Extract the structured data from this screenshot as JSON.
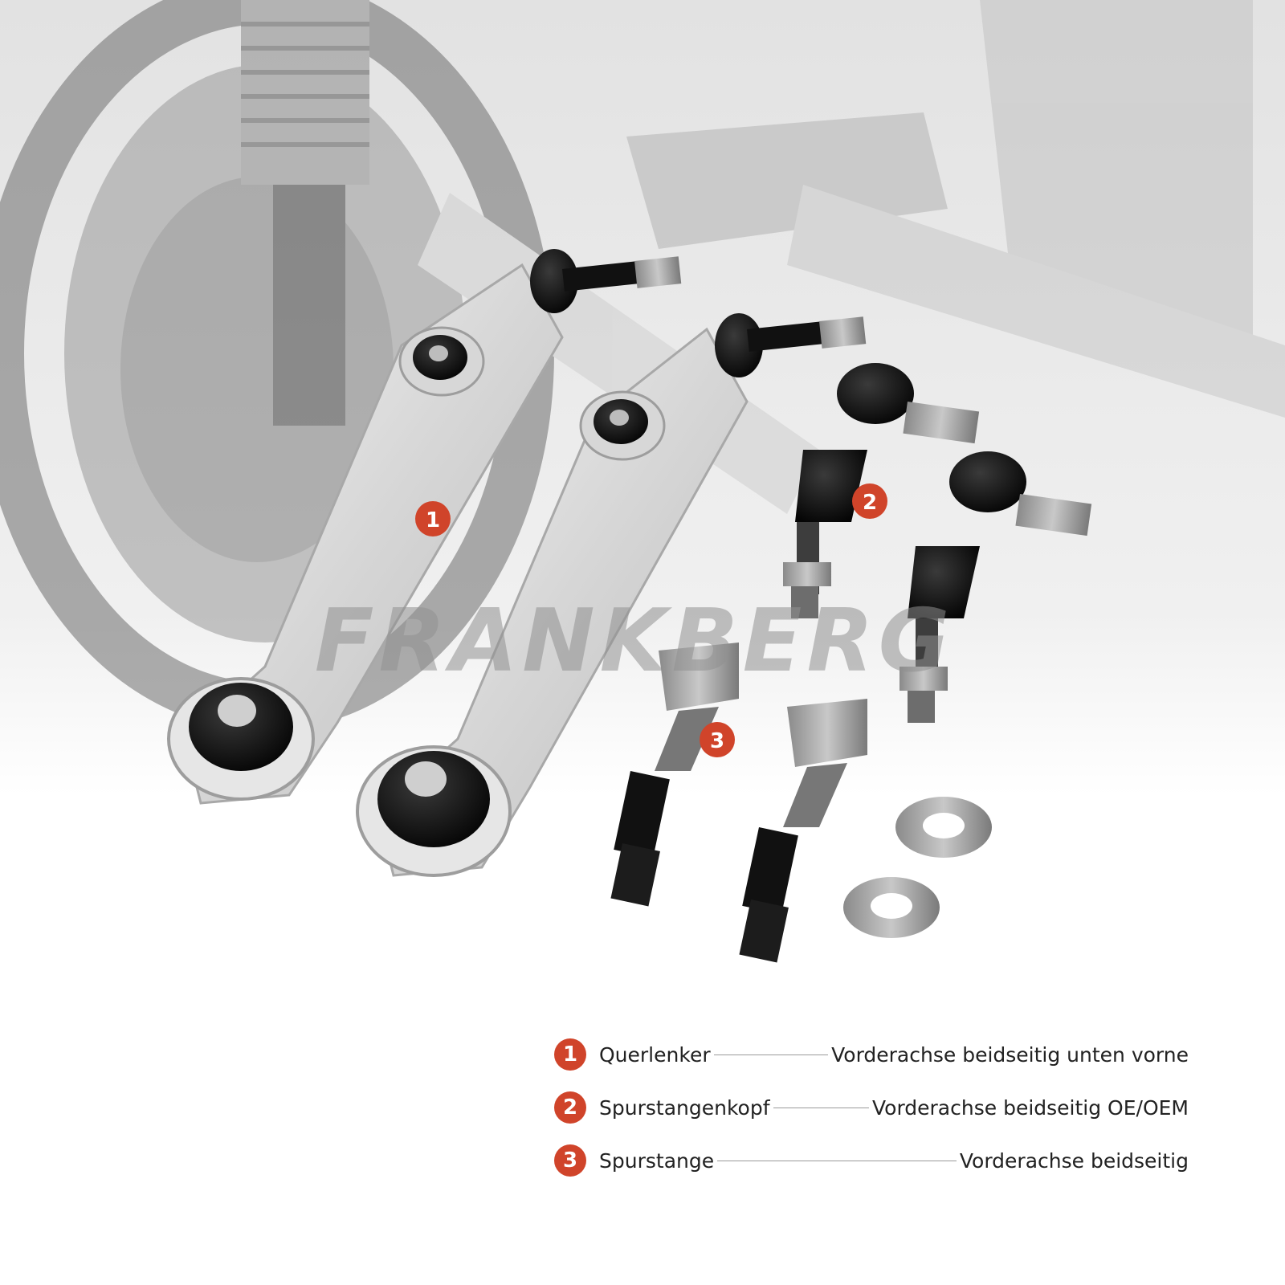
{
  "watermark": {
    "text": "FRANKBERG"
  },
  "callouts": [
    {
      "number": "1"
    },
    {
      "number": "2"
    },
    {
      "number": "3"
    }
  ],
  "legend": {
    "items": [
      {
        "number": "1",
        "name": "Querlenker",
        "description": "Vorderachse beidseitig unten vorne"
      },
      {
        "number": "2",
        "name": "Spurstangenkopf",
        "description": "Vorderachse beidseitig OE/OEM"
      },
      {
        "number": "3",
        "name": "Spurstange",
        "description": "Vorderachse beidseitig"
      }
    ]
  },
  "colors": {
    "accent": "#d0442a",
    "text": "#222222"
  }
}
